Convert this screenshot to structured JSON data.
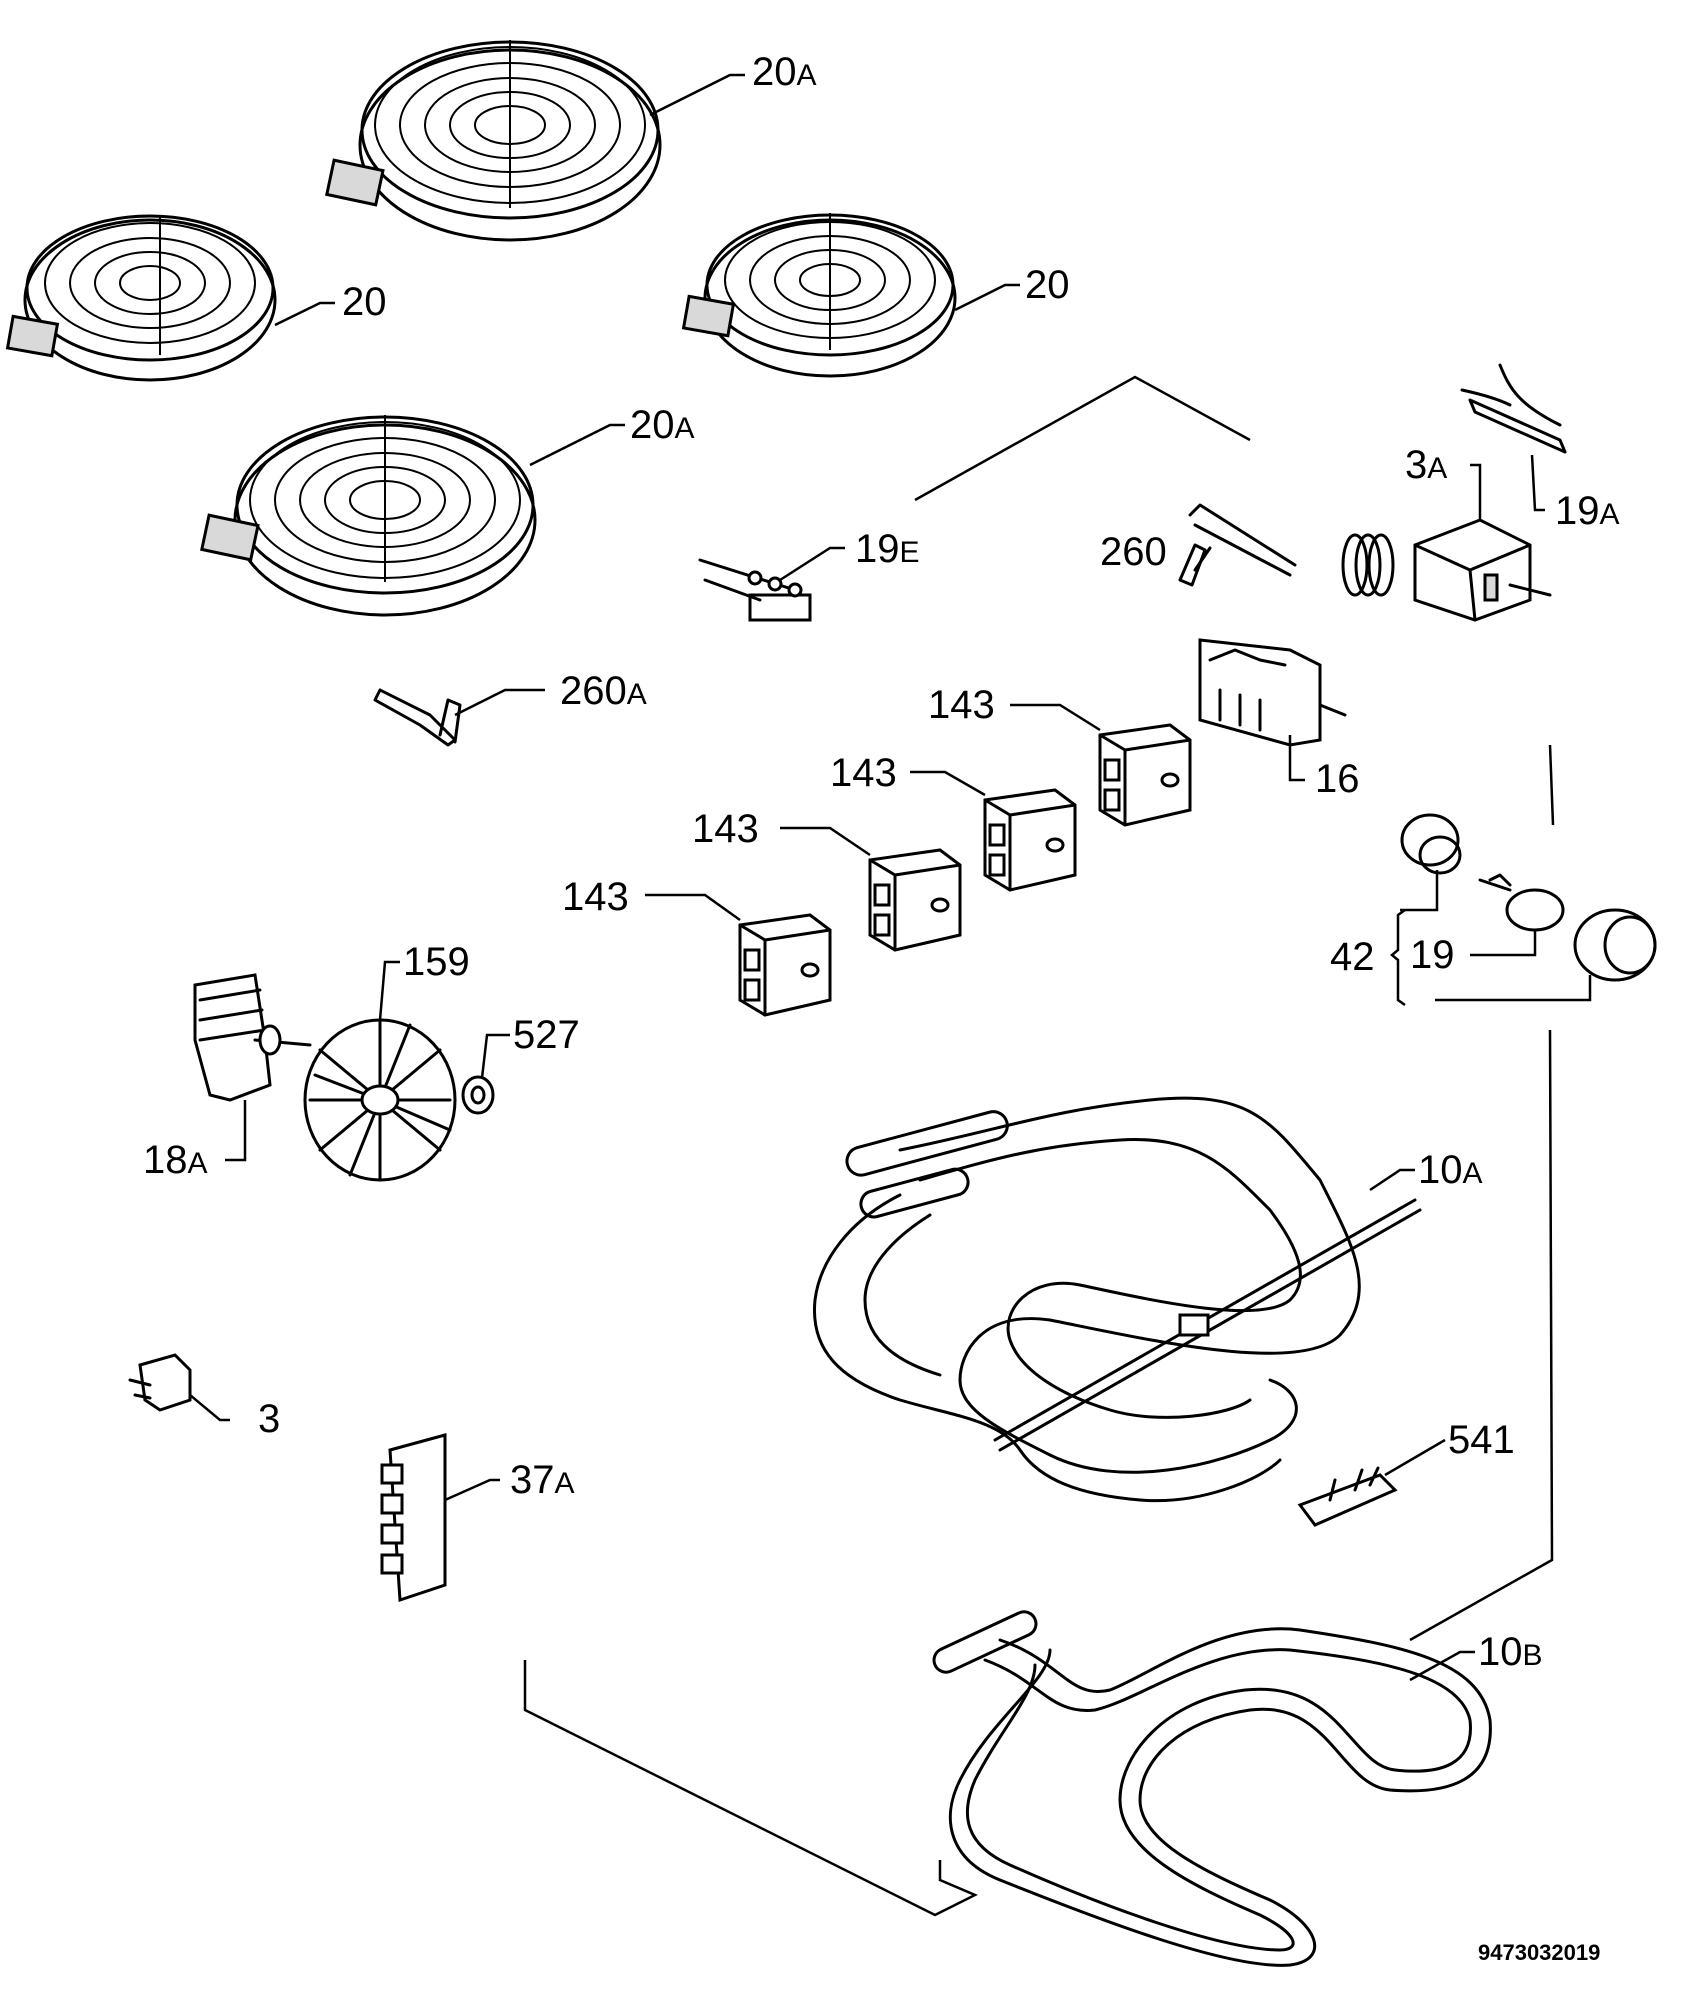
{
  "labels": {
    "heater_20a_top": {
      "num": "20",
      "suffix": "A"
    },
    "heater_20_left": {
      "num": "20",
      "suffix": ""
    },
    "heater_20_right": {
      "num": "20",
      "suffix": ""
    },
    "heater_20a_bottom": {
      "num": "20",
      "suffix": "A"
    },
    "sensor_19a": {
      "num": "19",
      "suffix": "A"
    },
    "thermostat_3a": {
      "num": "3",
      "suffix": "A"
    },
    "clip_260": {
      "num": "260",
      "suffix": ""
    },
    "terminal_19e": {
      "num": "19",
      "suffix": "E"
    },
    "bracket_260a": {
      "num": "260",
      "suffix": "A"
    },
    "selector_16": {
      "num": "16",
      "suffix": ""
    },
    "regulator_143_1": {
      "num": "143",
      "suffix": ""
    },
    "regulator_143_2": {
      "num": "143",
      "suffix": ""
    },
    "regulator_143_3": {
      "num": "143",
      "suffix": ""
    },
    "regulator_143_4": {
      "num": "143",
      "suffix": ""
    },
    "lamp_assembly_42": {
      "num": "42",
      "suffix": ""
    },
    "bulb_19": {
      "num": "19",
      "suffix": ""
    },
    "fan_159": {
      "num": "159",
      "suffix": ""
    },
    "nut_527": {
      "num": "527",
      "suffix": ""
    },
    "motor_18a": {
      "num": "18",
      "suffix": "A"
    },
    "heater_10a": {
      "num": "10",
      "suffix": "A"
    },
    "clip_541": {
      "num": "541",
      "suffix": ""
    },
    "switch_3": {
      "num": "3",
      "suffix": ""
    },
    "terminal_37a": {
      "num": "37",
      "suffix": "A"
    },
    "heater_10b": {
      "num": "10",
      "suffix": "B"
    }
  },
  "document_code": "9473032019",
  "colors": {
    "line": "#000000",
    "background": "#ffffff"
  }
}
